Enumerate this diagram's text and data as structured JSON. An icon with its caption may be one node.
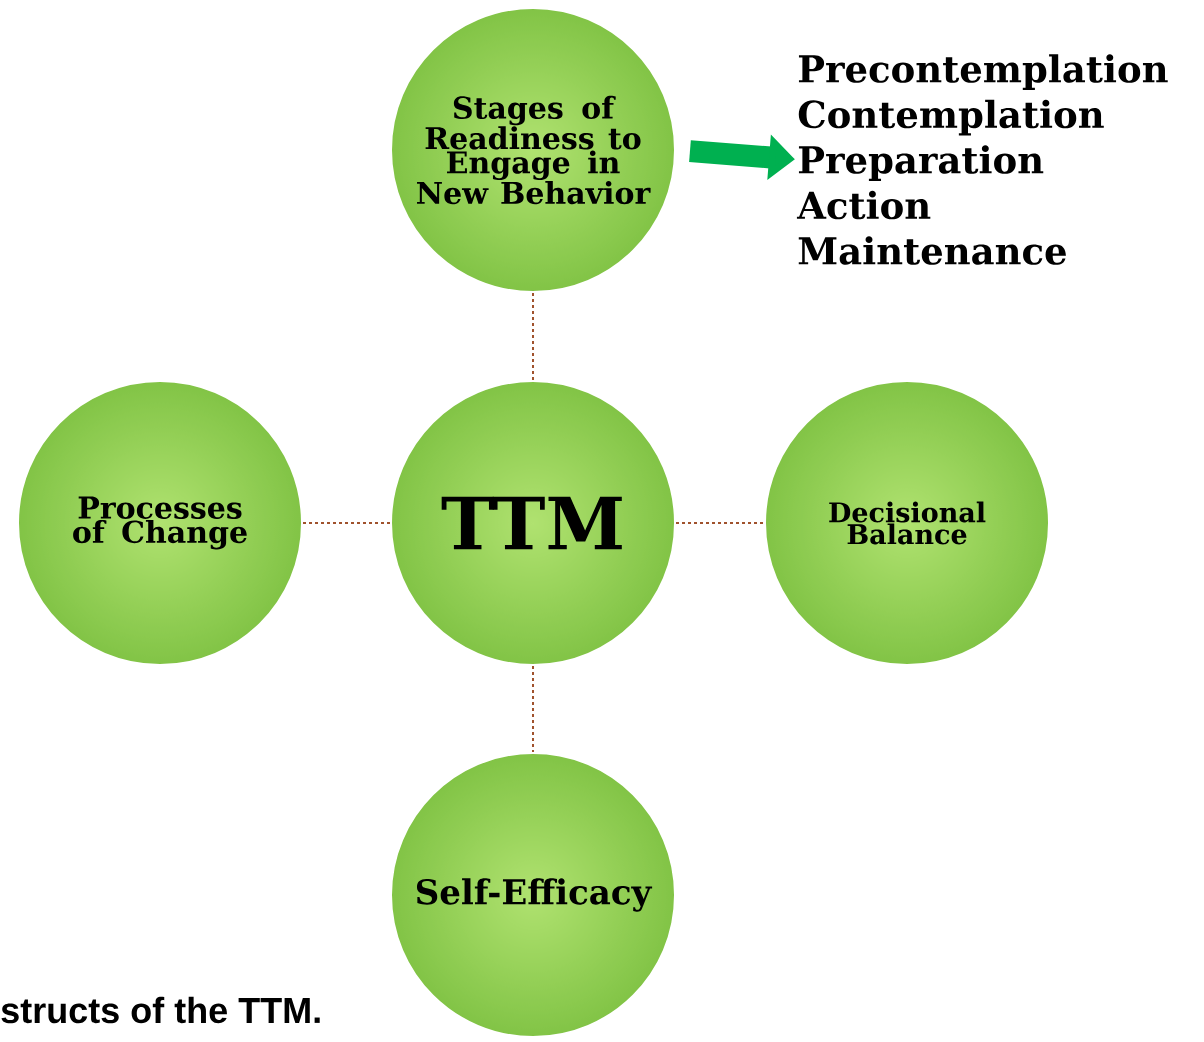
{
  "diagram": {
    "caption": "structs of the TTM.",
    "nodes": [
      {
        "text": [
          "Stages of Readiness to Engage in New Behavior"
        ]
      },
      {
        "text": [
          "Processes of Change"
        ]
      },
      {
        "text": [
          "TTM"
        ]
      },
      {
        "text": [
          "Decisional Balance"
        ]
      },
      {
        "text": [
          "Self-Efficacy"
        ]
      },
      {
        "text": [
          "Precontemplation",
          "Contemplation",
          "Preparation",
          "Action",
          "Maintenance"
        ]
      }
    ],
    "edges": [
      {
        "from": 2,
        "to": 0,
        "arrow": "none",
        "style": "dashed"
      },
      {
        "from": 1,
        "to": 2,
        "arrow": "none",
        "style": "dashed"
      },
      {
        "from": 2,
        "to": 3,
        "arrow": "none",
        "style": "dashed"
      },
      {
        "from": 2,
        "to": 4,
        "arrow": "none",
        "style": "dashed"
      },
      {
        "from": 0,
        "to": 5,
        "arrow": "to",
        "style": "thick",
        "color": "#00b050"
      }
    ]
  }
}
